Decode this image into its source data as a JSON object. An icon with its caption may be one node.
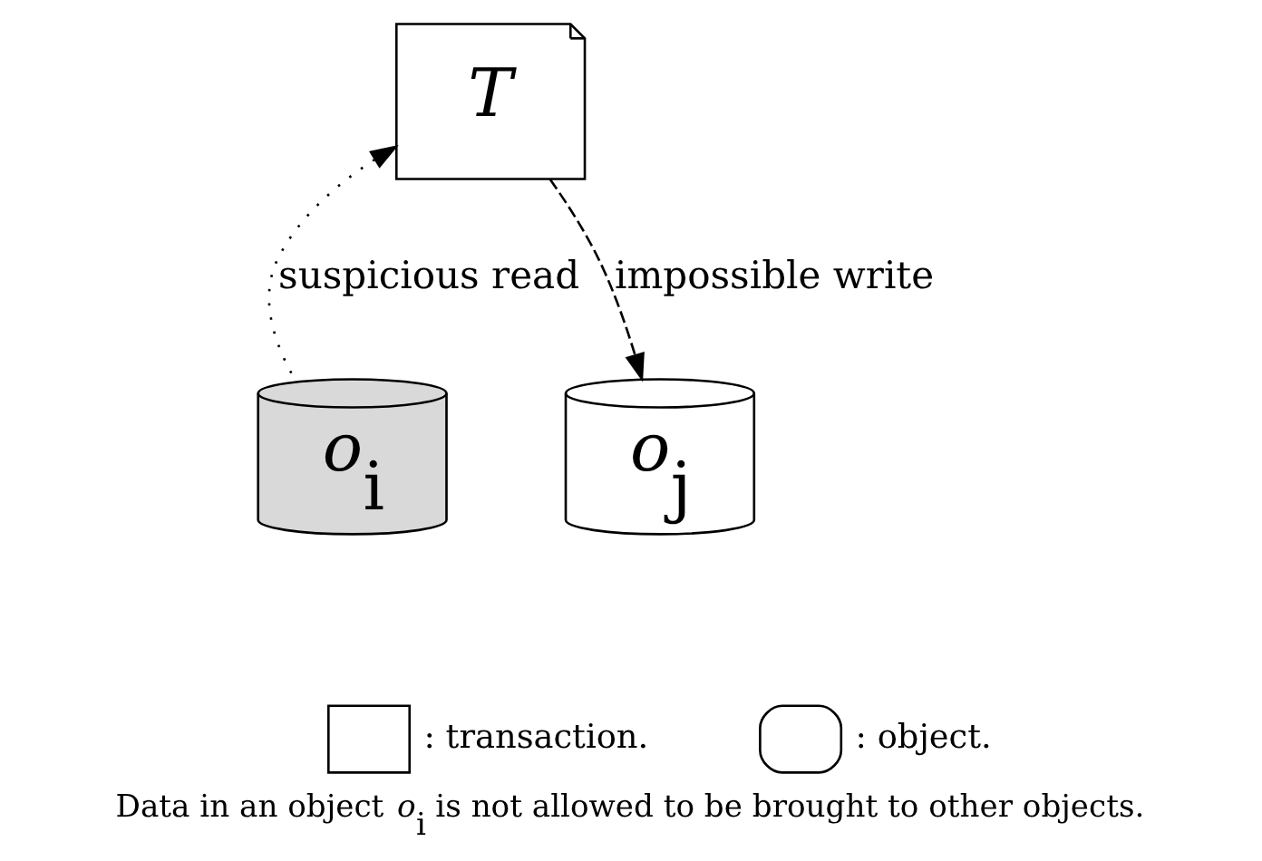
{
  "diagram": {
    "caption": "Data in an object *o*$_{i}$ is not allowed to be brought to other objects.",
    "nodes": [
      {
        "text": [
          "*T*"
        ]
      },
      {
        "text": [
          "*o*$_{i}$"
        ]
      },
      {
        "text": [
          "*o*$_{j}$"
        ]
      }
    ],
    "edges": [
      {
        "from": 1,
        "to": 0,
        "arrow": "to",
        "label": "suspicious read",
        "style": "dashed"
      },
      {
        "from": 0,
        "to": 2,
        "arrow": "to",
        "label": "impossible write",
        "style": "dashed"
      }
    ],
    "legend": [
      {
        "text": ": transaction."
      },
      {
        "text": ": object."
      }
    ]
  }
}
